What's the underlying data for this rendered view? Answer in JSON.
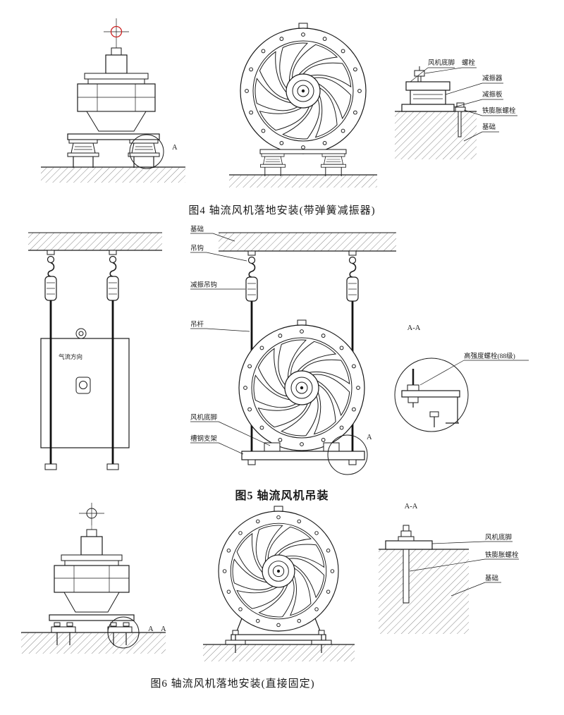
{
  "colors": {
    "background": "#ffffff",
    "line": "#1a1a1a",
    "target_mark": "#cc2020"
  },
  "fig4": {
    "caption": "图4  轴流风机落地安装(带弹簧减振器)",
    "section_mark": "A",
    "labels": {
      "fan_foot": "风机底脚",
      "bolt": "螺栓",
      "damper": "减振器",
      "damper_plate": "减振板",
      "expansion_bolt": "铁膨胀螺栓",
      "foundation": "基础"
    }
  },
  "fig5": {
    "caption": "图5  轴流风机吊装",
    "section_title": "A-A",
    "section_mark": "A",
    "airflow": "气流方向",
    "detail_label": "高强度螺栓(88级)",
    "labels": {
      "foundation": "基础",
      "hook": "吊钩",
      "damping_hook": "减振吊钩",
      "rod": "吊杆",
      "fan_foot": "风机底脚",
      "channel_bracket": "槽钢支架"
    }
  },
  "fig6": {
    "caption": "图6  轴流风机落地安装(直接固定)",
    "section_title": "A-A",
    "section_marks": [
      "A",
      "A"
    ],
    "labels": {
      "fan_foot": "风机底脚",
      "expansion_bolt": "铁膨胀螺栓",
      "foundation": "基础"
    }
  }
}
